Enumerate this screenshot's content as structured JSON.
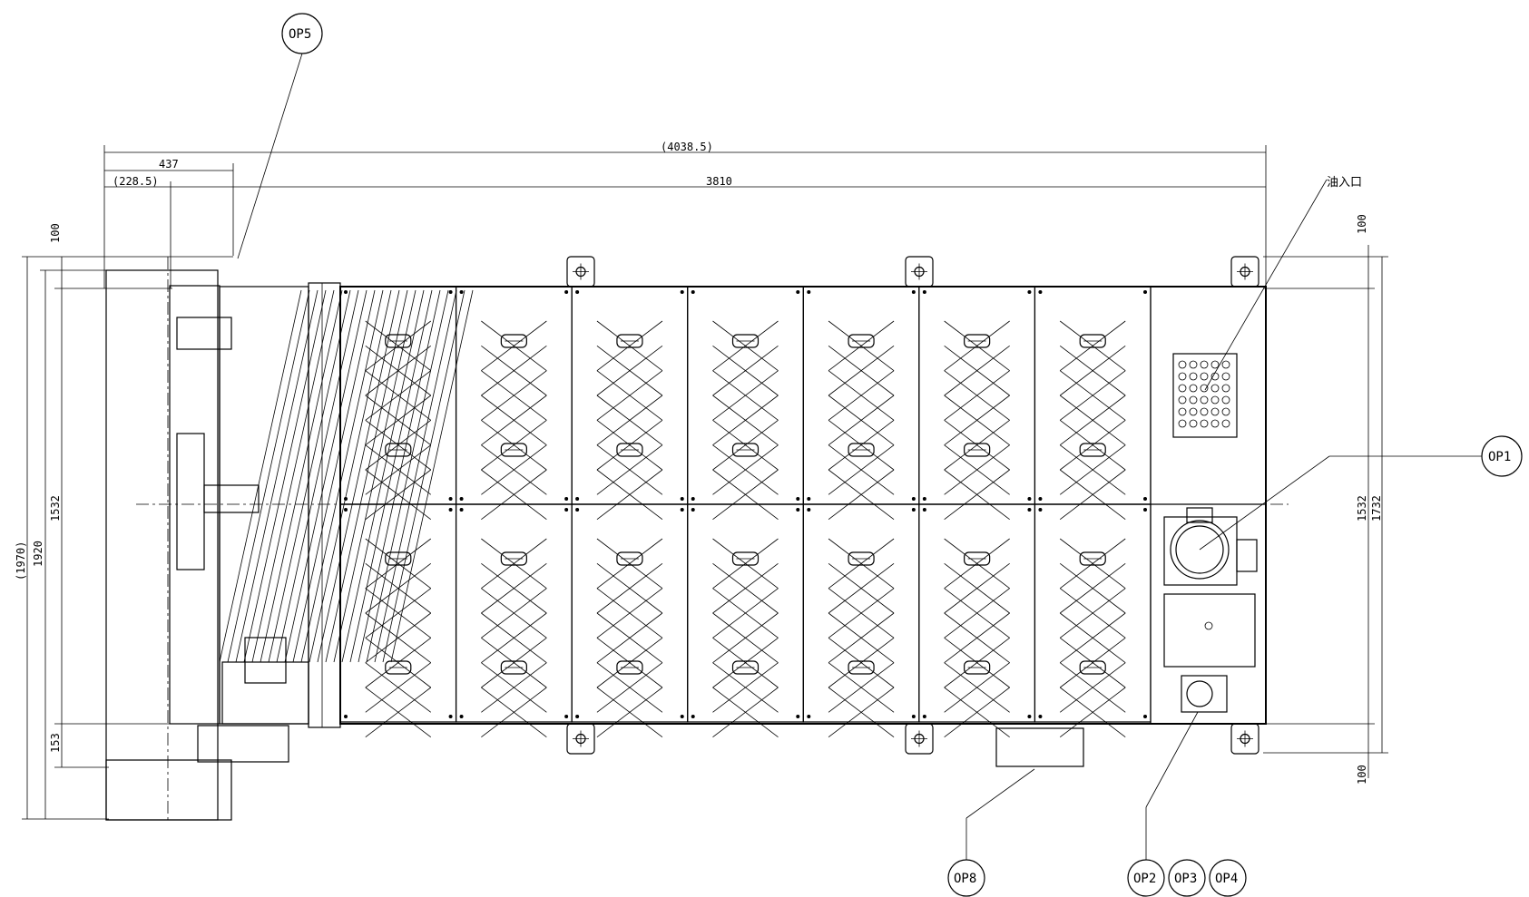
{
  "dimensions": {
    "overall_length": "(4038.5)",
    "frame_length": "3810",
    "left_offset": "437",
    "left_offset_paren": "(228.5)",
    "left_height_paren": "(1970)",
    "left_height": "1920",
    "inner_width_left": "1532",
    "bottom_margin_left": "153",
    "top_margin_left": "100",
    "inner_width_right": "1532",
    "outer_width_right": "1732",
    "top_margin_right": "100",
    "bottom_margin_right": "100"
  },
  "callouts": {
    "op5": "OP5",
    "op1": "OP1",
    "op8": "OP8",
    "op2": "OP2",
    "op3": "OP3",
    "op4": "OP4",
    "inlet": "油入口"
  },
  "panels": {
    "count_per_row": 7,
    "rows": 2
  }
}
